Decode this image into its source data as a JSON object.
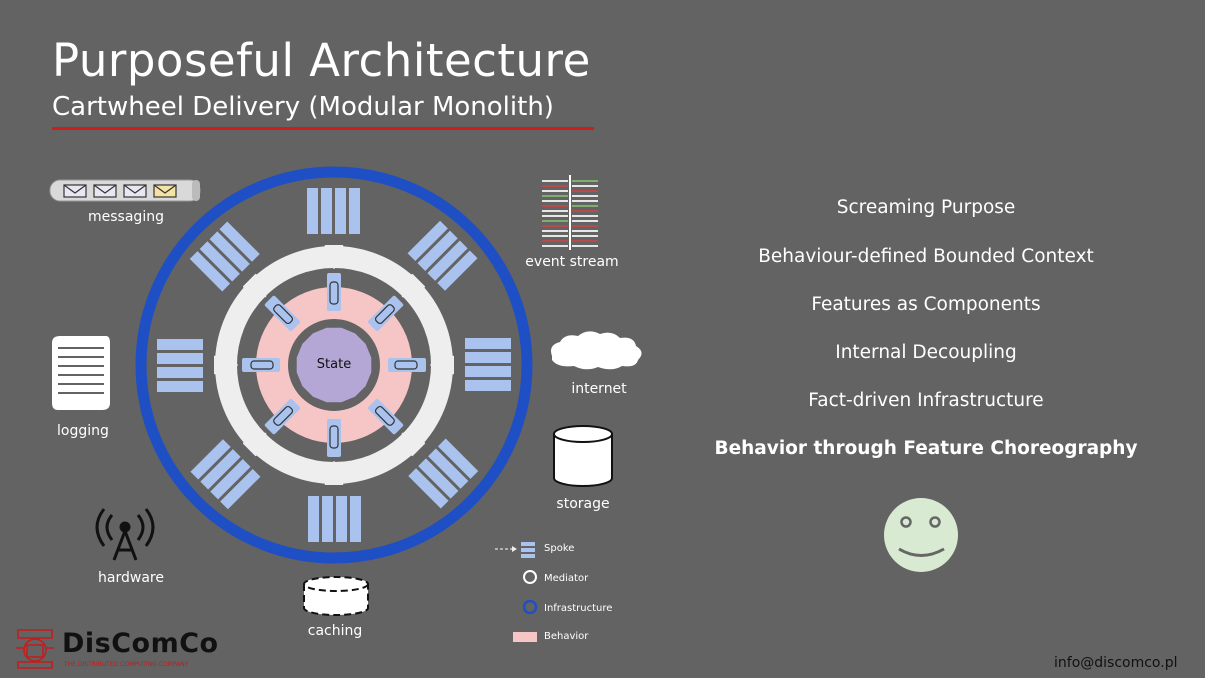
{
  "slide": {
    "title": "Purposeful Architecture",
    "subtitle": "Cartwheel Delivery (Modular Monolith)"
  },
  "diagram": {
    "center_label": "State",
    "infrastructure_labels": {
      "messaging": "messaging",
      "event_stream": "event stream",
      "logging": "logging",
      "internet": "internet",
      "storage": "storage",
      "hardware": "hardware",
      "caching": "caching"
    }
  },
  "legend": {
    "items": [
      "Spoke",
      "Mediator",
      "Infrastructure",
      "Behavior"
    ]
  },
  "principles": [
    "Screaming Purpose",
    "Behaviour-defined Bounded Context",
    "Features as Components",
    "Internal Decoupling",
    "Fact-driven Infrastructure",
    "Behavior through Feature Choreography"
  ],
  "footer": {
    "brand": "DisComCo",
    "brand_tagline": "THE DISTRIBUTED COMPUTING COMPANY",
    "email": "info@discomco.pl"
  },
  "colors": {
    "background": "#636363",
    "accent_red": "#d11c1c",
    "infrastructure_ring": "#1f4fc4",
    "spoke_blue": "#a9c2ee",
    "mediator_ring": "#eeeeee",
    "behavior_pink": "#f6c6c6",
    "state_purple": "#b4a7d6",
    "smiley": "#d9ead3"
  },
  "icons": [
    "envelope-icon",
    "log-scroll-icon",
    "radio-tower-icon",
    "cloud-icon",
    "cylinder-icon",
    "event-stream-icon",
    "smiley-icon",
    "discomco-logo"
  ]
}
